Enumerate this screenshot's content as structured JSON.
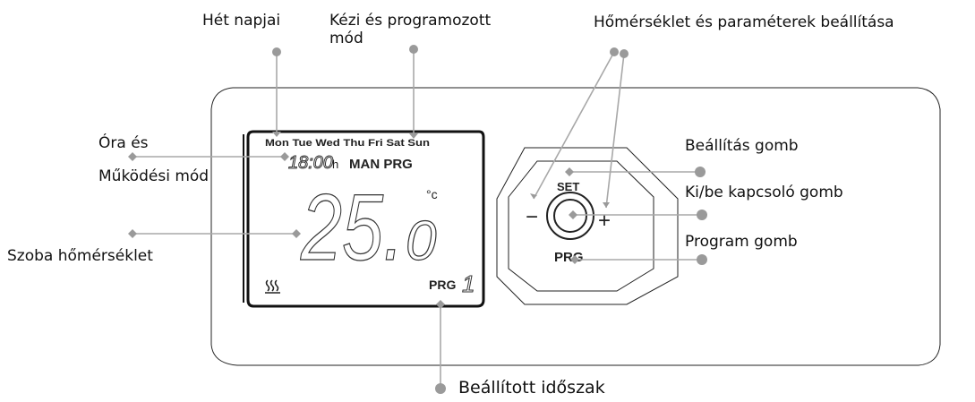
{
  "labels": {
    "week_days": "Hét napjai",
    "mode_line1": "Kézi és programozott",
    "mode_line2": "mód",
    "temp_params": "Hőmérséklet és paraméterek beállítása",
    "clock_line1": "Óra és",
    "clock_line2": "Működési mód",
    "room_temp": "Szoba hőmérséklet",
    "set_button": "Beállítás gomb",
    "power_button": "Ki/be kapcsoló gomb",
    "program_button": "Program gomb",
    "set_period": "Beállított időszak"
  },
  "display": {
    "days": "Mon Tue Wed Thu Fri  Sat  Sun",
    "time": "18:00",
    "hour_unit": "h",
    "mode": "MAN PRG",
    "temperature": "25.",
    "temperature_decimal": "0",
    "unit": "°c",
    "program_label": "PRG",
    "period": "1"
  },
  "keypad": {
    "set": "SET",
    "minus": "−",
    "plus": "+",
    "prg": "PRG"
  },
  "colors": {
    "leader_line": "#a8a8a8",
    "dot": "#9a9a9a",
    "device_outline": "#222222",
    "lcd_text": "#222222",
    "segment_outline": "#333333"
  }
}
